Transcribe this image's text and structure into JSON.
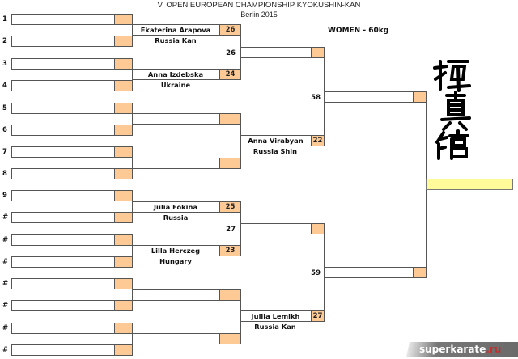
{
  "header": {
    "title": "V. OPEN EUROPEAN CHAMPIONSHIP KYOKUSHIN-KAN",
    "subtitle": "Berlin 2015",
    "category": "WOMEN - 60kg"
  },
  "round1": [
    {
      "seed": "1",
      "name": "",
      "score": ""
    },
    {
      "seed": "2",
      "name": "",
      "score": ""
    },
    {
      "seed": "3",
      "name": "",
      "score": ""
    },
    {
      "seed": "4",
      "name": "",
      "score": ""
    },
    {
      "seed": "5",
      "name": "",
      "score": ""
    },
    {
      "seed": "6",
      "name": "",
      "score": ""
    },
    {
      "seed": "7",
      "name": "",
      "score": ""
    },
    {
      "seed": "8",
      "name": "",
      "score": ""
    },
    {
      "seed": "9",
      "name": "",
      "score": ""
    },
    {
      "seed": "#",
      "name": "",
      "score": ""
    },
    {
      "seed": "#",
      "name": "",
      "score": ""
    },
    {
      "seed": "#",
      "name": "",
      "score": ""
    },
    {
      "seed": "#",
      "name": "",
      "score": ""
    },
    {
      "seed": "#",
      "name": "",
      "score": ""
    },
    {
      "seed": "#",
      "name": "",
      "score": ""
    },
    {
      "seed": "#",
      "name": "",
      "score": ""
    }
  ],
  "round2": [
    {
      "name": "Ekaterina Arapova",
      "country": "Russia Kan",
      "score": "26"
    },
    {
      "name": "Anna Izdebska",
      "country": "Ukraine",
      "score": "24"
    },
    {
      "name": "",
      "country": "",
      "score": ""
    },
    {
      "name": "",
      "country": "",
      "score": ""
    },
    {
      "name": "Julia Fokina",
      "country": "Russia",
      "score": "25"
    },
    {
      "name": "Lilla Herczeg",
      "country": "Hungary",
      "score": "23"
    },
    {
      "name": "",
      "country": "",
      "score": ""
    },
    {
      "name": "",
      "country": "",
      "score": ""
    }
  ],
  "round3": [
    {
      "match": "26",
      "name": "",
      "country": "",
      "score": ""
    },
    {
      "match": "",
      "name": "Anna Virabyan",
      "country": "Russia Shin",
      "score": "22"
    },
    {
      "match": "27",
      "name": "",
      "country": "",
      "score": ""
    },
    {
      "match": "",
      "name": "Juliia Lemikh",
      "country": "Russia Kan",
      "score": "27"
    }
  ],
  "round4": [
    {
      "match": "58",
      "name": "",
      "score": ""
    },
    {
      "match": "59",
      "name": "",
      "score": ""
    }
  ],
  "final": {
    "name": ""
  },
  "logo": {
    "text": "極真館"
  },
  "watermark": {
    "main": "superkarate",
    "tld": ".ru"
  },
  "colors": {
    "score_fill": "#fdc995",
    "final_fill": "#fffa9a",
    "line": "#555555"
  }
}
